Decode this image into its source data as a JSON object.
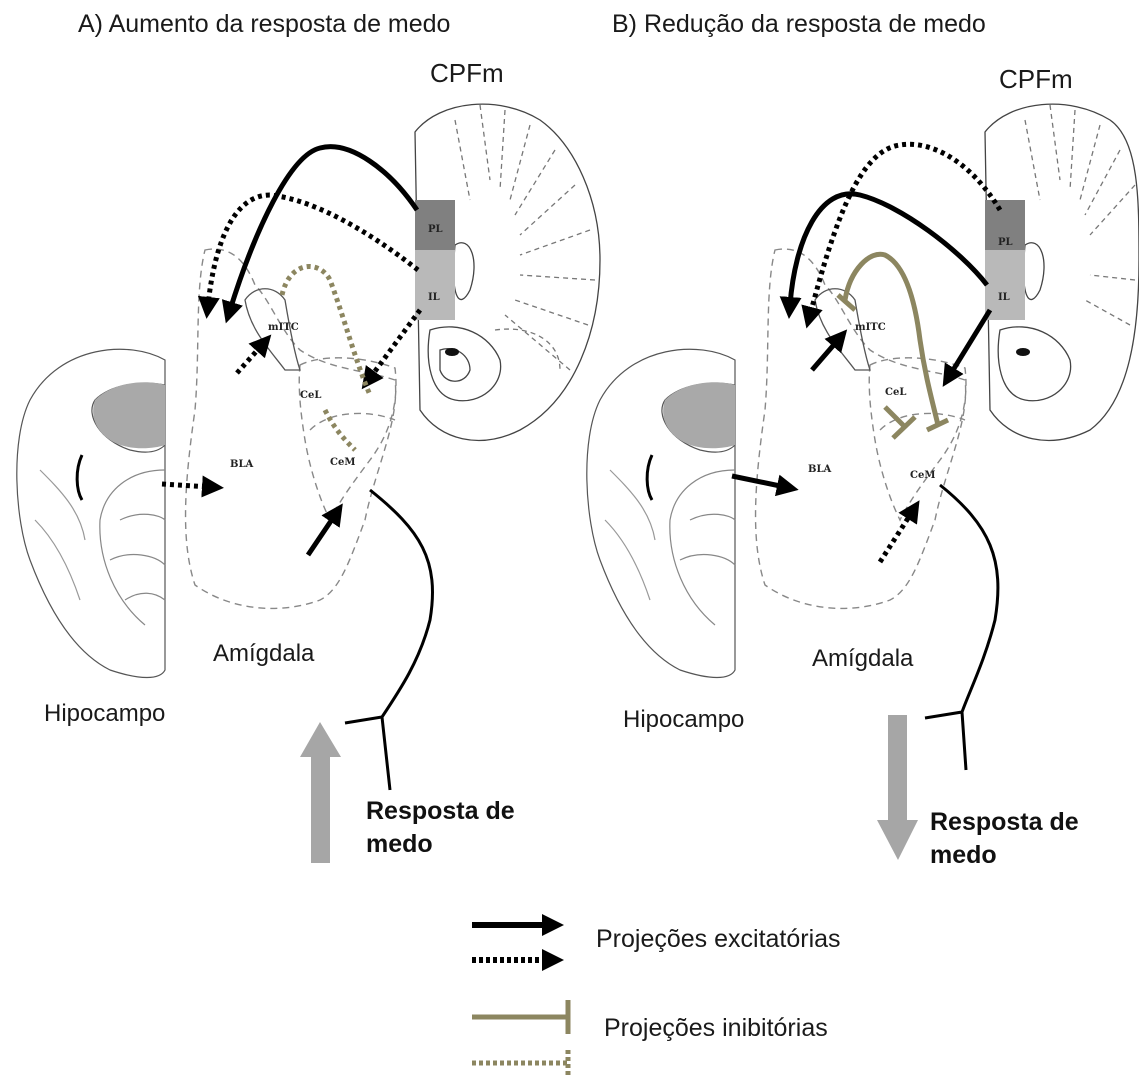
{
  "panels": [
    {
      "title": "A) Aumento da resposta de medo",
      "labels": {
        "cpfm": "CPFm",
        "pl": "PL",
        "il": "IL",
        "mitc": "mITC",
        "cel": "CeL",
        "cem": "CeM",
        "bla": "BLA",
        "amigdala": "Amígdala",
        "hipocampo": "Hipocampo",
        "resposta": "Resposta de medo"
      },
      "fear_arrow": "up"
    },
    {
      "title": "B) Redução da resposta de medo",
      "labels": {
        "cpfm": "CPFm",
        "pl": "PL",
        "il": "IL",
        "mitc": "mITC",
        "cel": "CeL",
        "cem": "CeM",
        "bla": "BLA",
        "amigdala": "Amígdala",
        "hipocampo": "Hipocampo",
        "resposta": "Resposta de medo"
      },
      "fear_arrow": "down"
    }
  ],
  "legend": {
    "excitatory": "Projeções excitatórias",
    "inhibitory": "Projeções inibitórias"
  },
  "colors": {
    "excitatory": "#000000",
    "inhibitory": "#8c8660",
    "fear_arrow": "#a6a6a6",
    "dark_region": "#808080",
    "light_region": "#b9b9b9"
  }
}
